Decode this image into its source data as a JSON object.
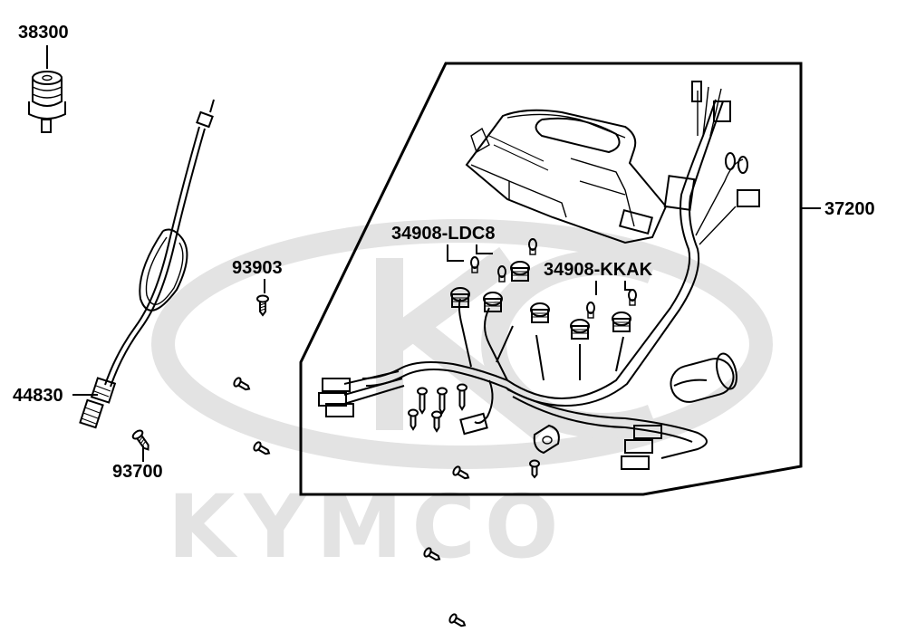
{
  "diagram": {
    "watermark": {
      "brand": "KYMCO",
      "color": "#e3e3e3"
    },
    "parts": {
      "ignition_switch": {
        "number": "38300",
        "icon": "ignition-key-switch"
      },
      "speedometer_cable": {
        "number": "44830",
        "icon": "speedometer-cable"
      },
      "screw_a": {
        "number": "93903",
        "icon": "screw"
      },
      "screw_b": {
        "number": "93700",
        "icon": "screw"
      },
      "meter_assembly": {
        "number": "37200",
        "icon": "meter-assembly"
      },
      "bulb_a": {
        "number": "34908-LDC8",
        "icon": "bulb"
      },
      "bulb_b": {
        "number": "34908-KKAK",
        "icon": "bulb"
      }
    },
    "colors": {
      "line": "#000000",
      "background": "#ffffff"
    }
  }
}
